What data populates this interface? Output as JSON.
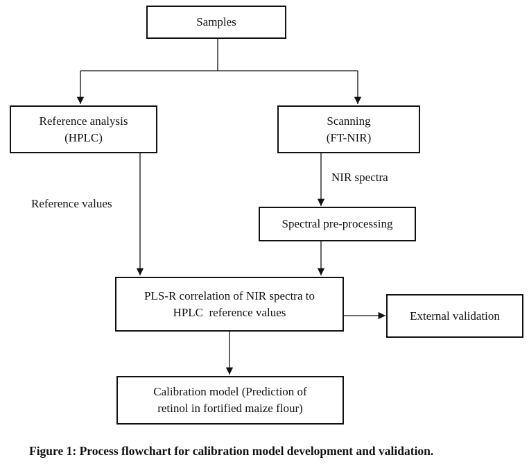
{
  "nodes": {
    "samples": [
      "Samples"
    ],
    "reference_analysis": [
      "Reference analysis",
      "(HPLC)"
    ],
    "scanning": [
      "Scanning",
      "(FT-NIR)"
    ],
    "preprocessing": [
      "Spectral pre-processing"
    ],
    "plsr": [
      "PLS-R correlation of NIR spectra to",
      "HPLC  reference values"
    ],
    "external_validation": [
      "External validation"
    ],
    "calibration_model": [
      "Calibration model (Prediction of",
      "retinol in fortified maize flour)"
    ]
  },
  "edge_labels": {
    "reference_values": "Reference values",
    "nir_spectra": "NIR spectra"
  },
  "caption": "Figure 1: Process flowchart for calibration model development and validation."
}
